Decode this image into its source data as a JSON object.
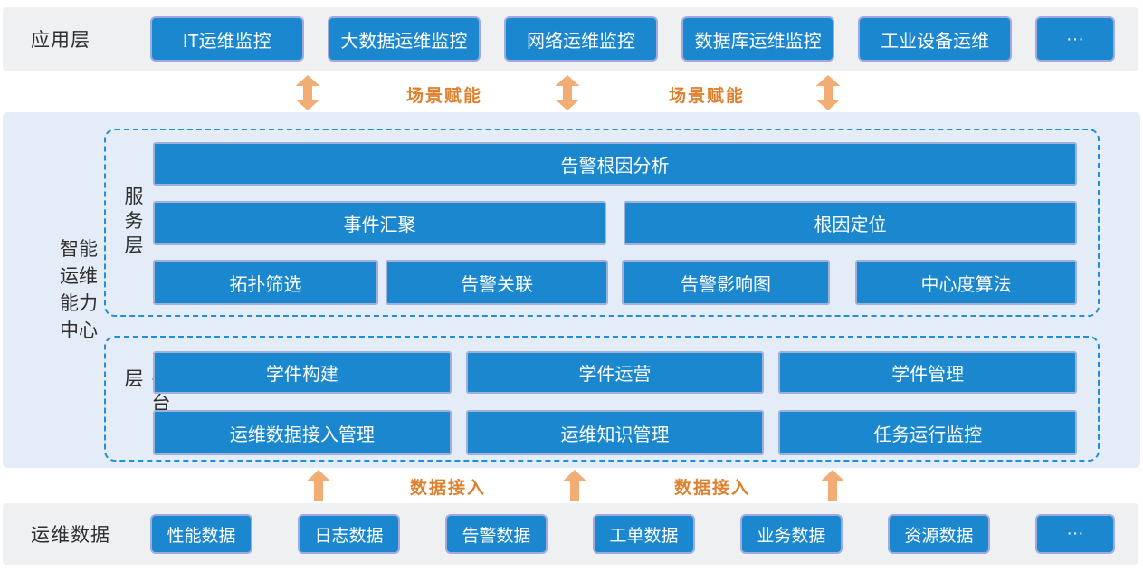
{
  "colors": {
    "box_blue": "#1b87cf",
    "box_border": "#a0a9e0",
    "bar_bg": "#eef0f1",
    "center_bg": "#e4ecf8",
    "dashed_border": "#1f8fd6",
    "arrow_orange": "#f2ad74",
    "band_label_orange": "#dd812e",
    "text_dark": "#2e2e2e"
  },
  "app_layer": {
    "label": "应用层",
    "boxes": [
      "IT运维监控",
      "大数据运维监控",
      "网络运维监控",
      "数据库运维监控",
      "工业设备运维"
    ],
    "more": "···"
  },
  "scene_band": {
    "label_left": "场景赋能",
    "label_right": "场景赋能"
  },
  "capability_center": {
    "label_lines": [
      "智能",
      "运维",
      "能力",
      "中心"
    ],
    "service_layer": {
      "label": "服务层",
      "row1": [
        "告警根因分析"
      ],
      "row2": [
        "事件汇聚",
        "根因定位"
      ],
      "row3": [
        "拓扑筛选",
        "告警关联",
        "告警影响图",
        "中心度算法"
      ]
    },
    "platform_layer": {
      "label": "平台层",
      "row1": [
        "学件构建",
        "学件运营",
        "学件管理"
      ],
      "row2": [
        "运维数据接入管理",
        "运维知识管理",
        "任务运行监控"
      ]
    }
  },
  "data_band": {
    "label_left": "数据接入",
    "label_right": "数据接入"
  },
  "data_layer": {
    "label": "运维数据",
    "boxes": [
      "性能数据",
      "日志数据",
      "告警数据",
      "工单数据",
      "业务数据",
      "资源数据"
    ],
    "more": "···"
  }
}
